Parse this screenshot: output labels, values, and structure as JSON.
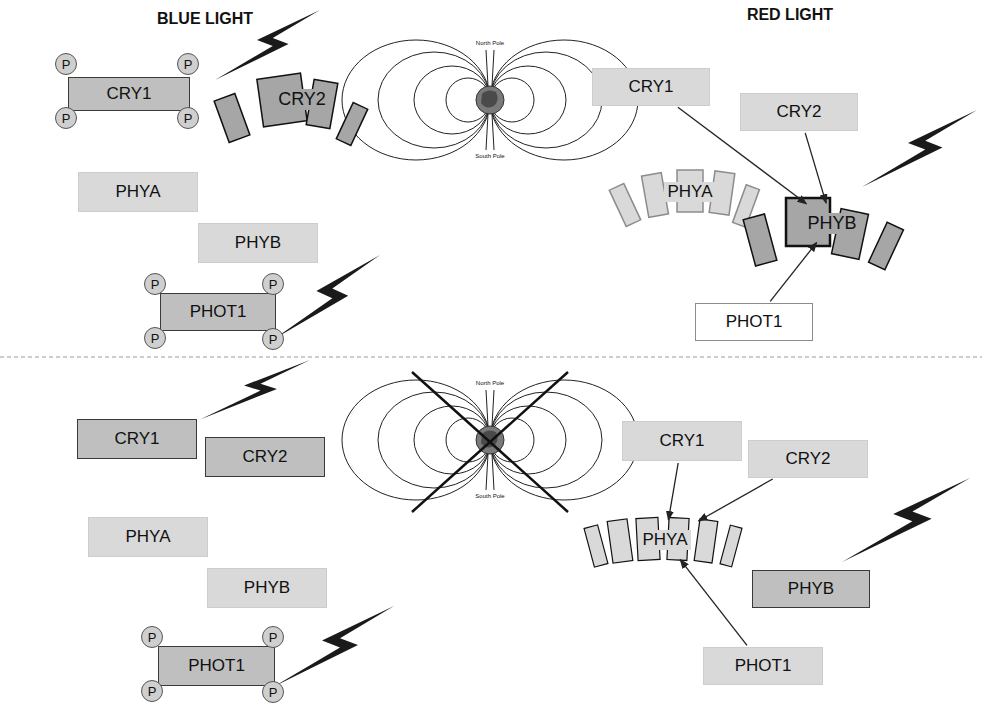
{
  "diagram": {
    "nodes": [
      {
        "text": [
          "CRY1"
        ]
      },
      {
        "text": [
          "P"
        ]
      },
      {
        "text": [
          "P"
        ]
      },
      {
        "text": [
          "P"
        ]
      },
      {
        "text": [
          "P"
        ]
      },
      {
        "text": [
          "CRY2"
        ]
      },
      {
        "text": [
          "PHYA"
        ]
      },
      {
        "text": [
          "PHYB"
        ]
      },
      {
        "text": [
          "PHOT1"
        ]
      },
      {
        "text": [
          "P"
        ]
      },
      {
        "text": [
          "P"
        ]
      },
      {
        "text": [
          "P"
        ]
      },
      {
        "text": [
          "P"
        ]
      },
      {
        "text": [
          "CRY1"
        ]
      },
      {
        "text": [
          "CRY2"
        ]
      },
      {
        "text": [
          "PHYA"
        ]
      },
      {
        "text": [
          "PHYB"
        ]
      },
      {
        "text": [
          "PHOT1"
        ]
      },
      {
        "text": [
          "CRY1"
        ]
      },
      {
        "text": [
          "CRY2"
        ]
      },
      {
        "text": [
          "PHYA"
        ]
      },
      {
        "text": [
          "PHYB"
        ]
      },
      {
        "text": [
          "PHOT1"
        ]
      },
      {
        "text": [
          "P"
        ]
      },
      {
        "text": [
          "P"
        ]
      },
      {
        "text": [
          "P"
        ]
      },
      {
        "text": [
          "P"
        ]
      },
      {
        "text": [
          "CRY1"
        ]
      },
      {
        "text": [
          "CRY2"
        ]
      },
      {
        "text": [
          "PHYA"
        ]
      },
      {
        "text": [
          "PHYB"
        ]
      },
      {
        "text": [
          "PHOT1"
        ]
      }
    ],
    "edges": [
      {
        "from": 13,
        "to": 16,
        "arrow": "to"
      },
      {
        "from": 14,
        "to": 16,
        "arrow": "to"
      },
      {
        "from": 17,
        "to": 16,
        "arrow": "to"
      },
      {
        "from": 27,
        "to": 29,
        "arrow": "to"
      },
      {
        "from": 28,
        "to": 29,
        "arrow": "to"
      },
      {
        "from": 31,
        "to": 29,
        "arrow": "to"
      }
    ],
    "labels": [
      "BLUE LIGHT",
      "RED LIGHT",
      "North Pole",
      "South Pole",
      "North Pole",
      "South Pole"
    ]
  }
}
